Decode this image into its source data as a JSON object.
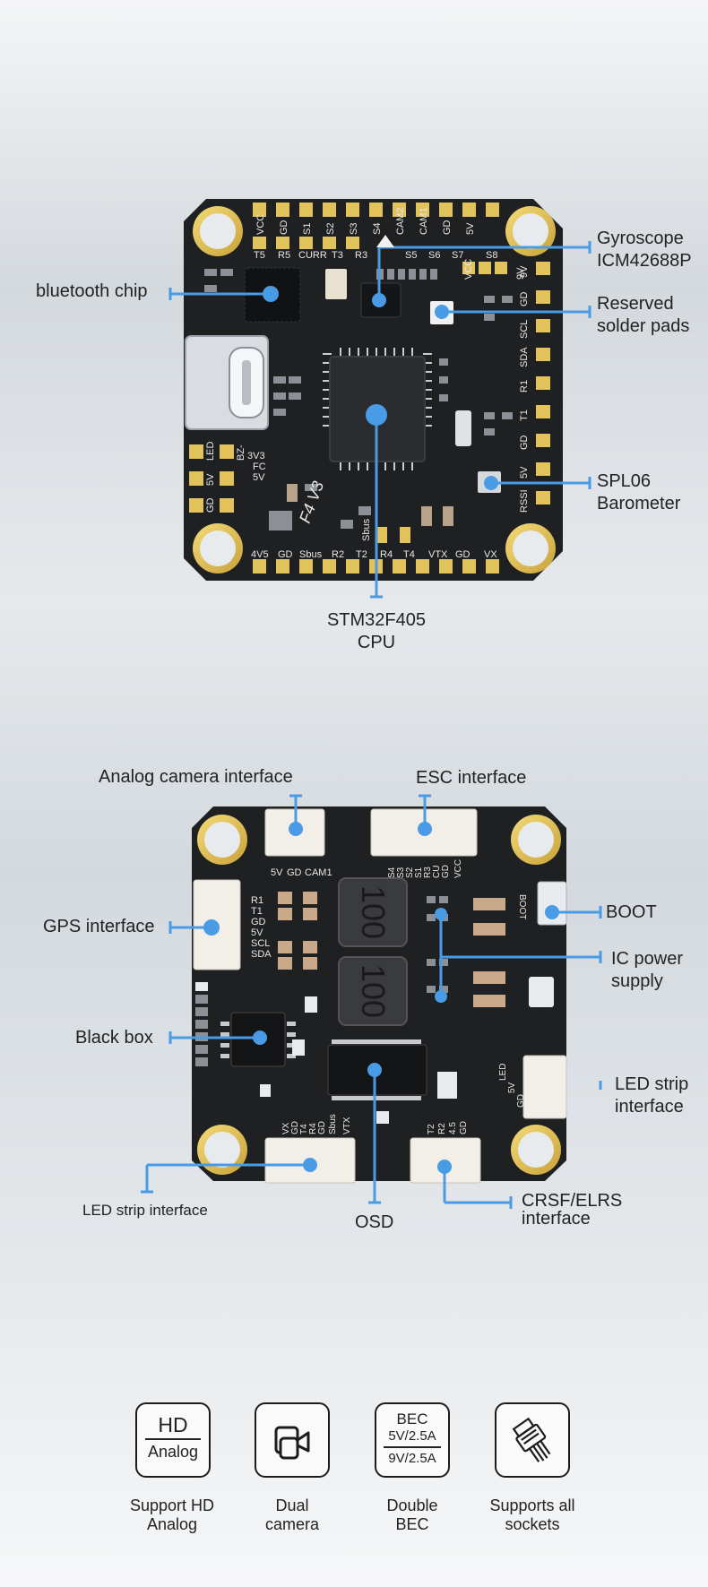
{
  "top_board": {
    "labels": {
      "bluetooth": "bluetooth chip",
      "gyro_line1": "Gyroscope",
      "gyro_line2": "ICM42688P",
      "reserved_line1": "Reserved",
      "reserved_line2": "solder pads",
      "baro_line1": "SPL06",
      "baro_line2": "Barometer",
      "cpu_line1": "STM32F405",
      "cpu_line2": "CPU"
    },
    "pads_top_row": [
      "VCC",
      "GD",
      "S1",
      "S2",
      "S3",
      "S4",
      "CAM2",
      "CAM1",
      "GD",
      "5V"
    ],
    "pads_second_row": [
      "T5",
      "R5",
      "CURR",
      "T3",
      "R3",
      "",
      "S5",
      "S6",
      "S7",
      "S8"
    ],
    "pads_bottom_row": [
      "4V5",
      "GD",
      "Sbus",
      "R2",
      "T2",
      "R4",
      "T4",
      "VTX",
      "GD",
      "VX"
    ],
    "pads_right_col": [
      "9V",
      "GD",
      "SCL",
      "SDA",
      "R1",
      "T1",
      "GD",
      "5V",
      "RSSI"
    ],
    "pads_left_col": [
      "LED",
      "5V",
      "GD"
    ],
    "silk_board_name": "F4 V3",
    "silk_small": [
      "3V3",
      "FC",
      "5V",
      "BZ-",
      "VCC",
      "9V",
      "Sbus"
    ]
  },
  "bottom_board": {
    "labels": {
      "analog_cam": "Analog camera interface",
      "esc": "ESC interface",
      "gps": "GPS interface",
      "boot": "BOOT",
      "ic_power_line1": "IC power",
      "ic_power_line2": "supply",
      "black_box": "Black box",
      "led_strip_right_line1": "LED strip",
      "led_strip_right_line2": "interface",
      "led_strip_left": "LED strip interface",
      "osd": "OSD",
      "crsf_line1": "CRSF/ELRS",
      "crsf_line2": "interface"
    },
    "silk_cam": [
      "5V",
      "GD",
      "CAM1"
    ],
    "silk_esc": [
      "S4",
      "S3",
      "S2",
      "S1",
      "R3",
      "CU",
      "GD",
      "VCC"
    ],
    "silk_gps": [
      "R1",
      "T1",
      "GD",
      "5V",
      "SCL",
      "SDA"
    ],
    "silk_vtx": [
      "VX",
      "GD",
      "T4",
      "R4",
      "GD",
      "Sbus",
      "VTX"
    ],
    "silk_crsf": [
      "T2",
      "R2",
      "4.5",
      "GD"
    ],
    "silk_led": [
      "LED",
      "5V",
      "GD"
    ],
    "silk_boot": "BOOT",
    "inductor_text": "100"
  },
  "features": [
    {
      "icon": "hd-analog-icon",
      "icon_text_top": "HD",
      "icon_text_bottom": "Analog",
      "caption_line1": "Support HD",
      "caption_line2": "Analog"
    },
    {
      "icon": "camera-icon",
      "caption_line1": "Dual",
      "caption_line2": "camera"
    },
    {
      "icon": "bec-icon",
      "icon_text_top": "BEC",
      "icon_text_mid": "5V/2.5A",
      "icon_text_bottom": "9V/2.5A",
      "caption_line1": "Double",
      "caption_line2": "BEC"
    },
    {
      "icon": "socket-icon",
      "caption_line1": "Supports all",
      "caption_line2": "sockets"
    }
  ],
  "colors": {
    "callout_blue": "#4a9be6",
    "board_black": "#1f2022",
    "pad_gold": "#e2c25a"
  }
}
